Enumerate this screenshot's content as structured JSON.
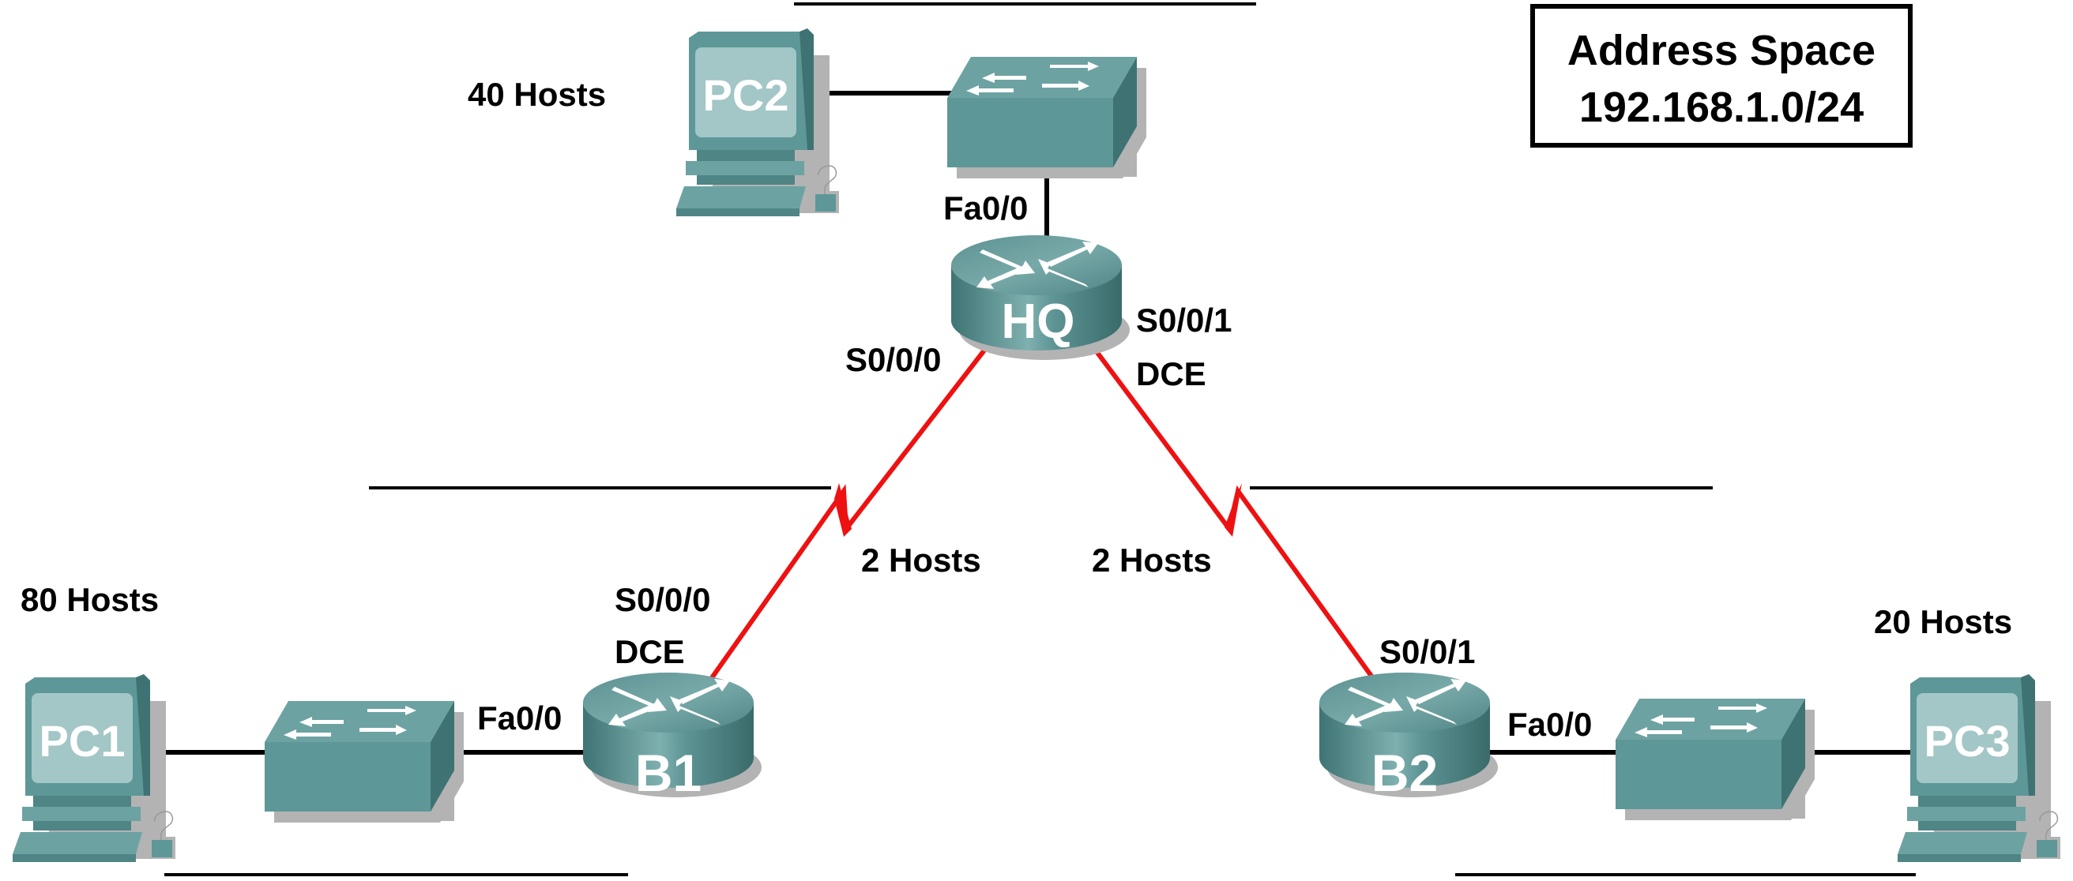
{
  "address_box": {
    "title": "Address Space",
    "network": "192.168.1.0/24"
  },
  "colors": {
    "device_body": "#5e9494",
    "device_top": "#6fa3a3",
    "device_dark": "#3f7373",
    "screen": "#a3c6c6",
    "shadow": "#b3b3b3",
    "serial_link": "#ee1111",
    "ethernet_link": "#000000",
    "text": "#000000"
  },
  "devices": {
    "pc1": {
      "name": "PC1",
      "type": "pc-icon"
    },
    "pc2": {
      "name": "PC2",
      "type": "pc-icon"
    },
    "pc3": {
      "name": "PC3",
      "type": "pc-icon"
    },
    "hq": {
      "name": "HQ",
      "type": "router-icon"
    },
    "b1": {
      "name": "B1",
      "type": "router-icon"
    },
    "b2": {
      "name": "B2",
      "type": "router-icon"
    },
    "sw_hq": {
      "type": "switch-icon"
    },
    "sw_b1": {
      "type": "switch-icon"
    },
    "sw_b2": {
      "type": "switch-icon"
    }
  },
  "hosts": {
    "hq_lan": "40 Hosts",
    "b1_lan": "80 Hosts",
    "b2_lan": "20 Hosts",
    "hq_b1_wan": "2 Hosts",
    "hq_b2_wan": "2 Hosts"
  },
  "interfaces": {
    "hq_fa": "Fa0/0",
    "hq_s000": "S0/0/0",
    "hq_s001": "S0/0/1",
    "hq_s001_dce": "DCE",
    "b1_s000": "S0/0/0",
    "b1_s000_dce": "DCE",
    "b1_fa": "Fa0/0",
    "b2_s001": "S0/0/1",
    "b2_fa": "Fa0/0"
  }
}
